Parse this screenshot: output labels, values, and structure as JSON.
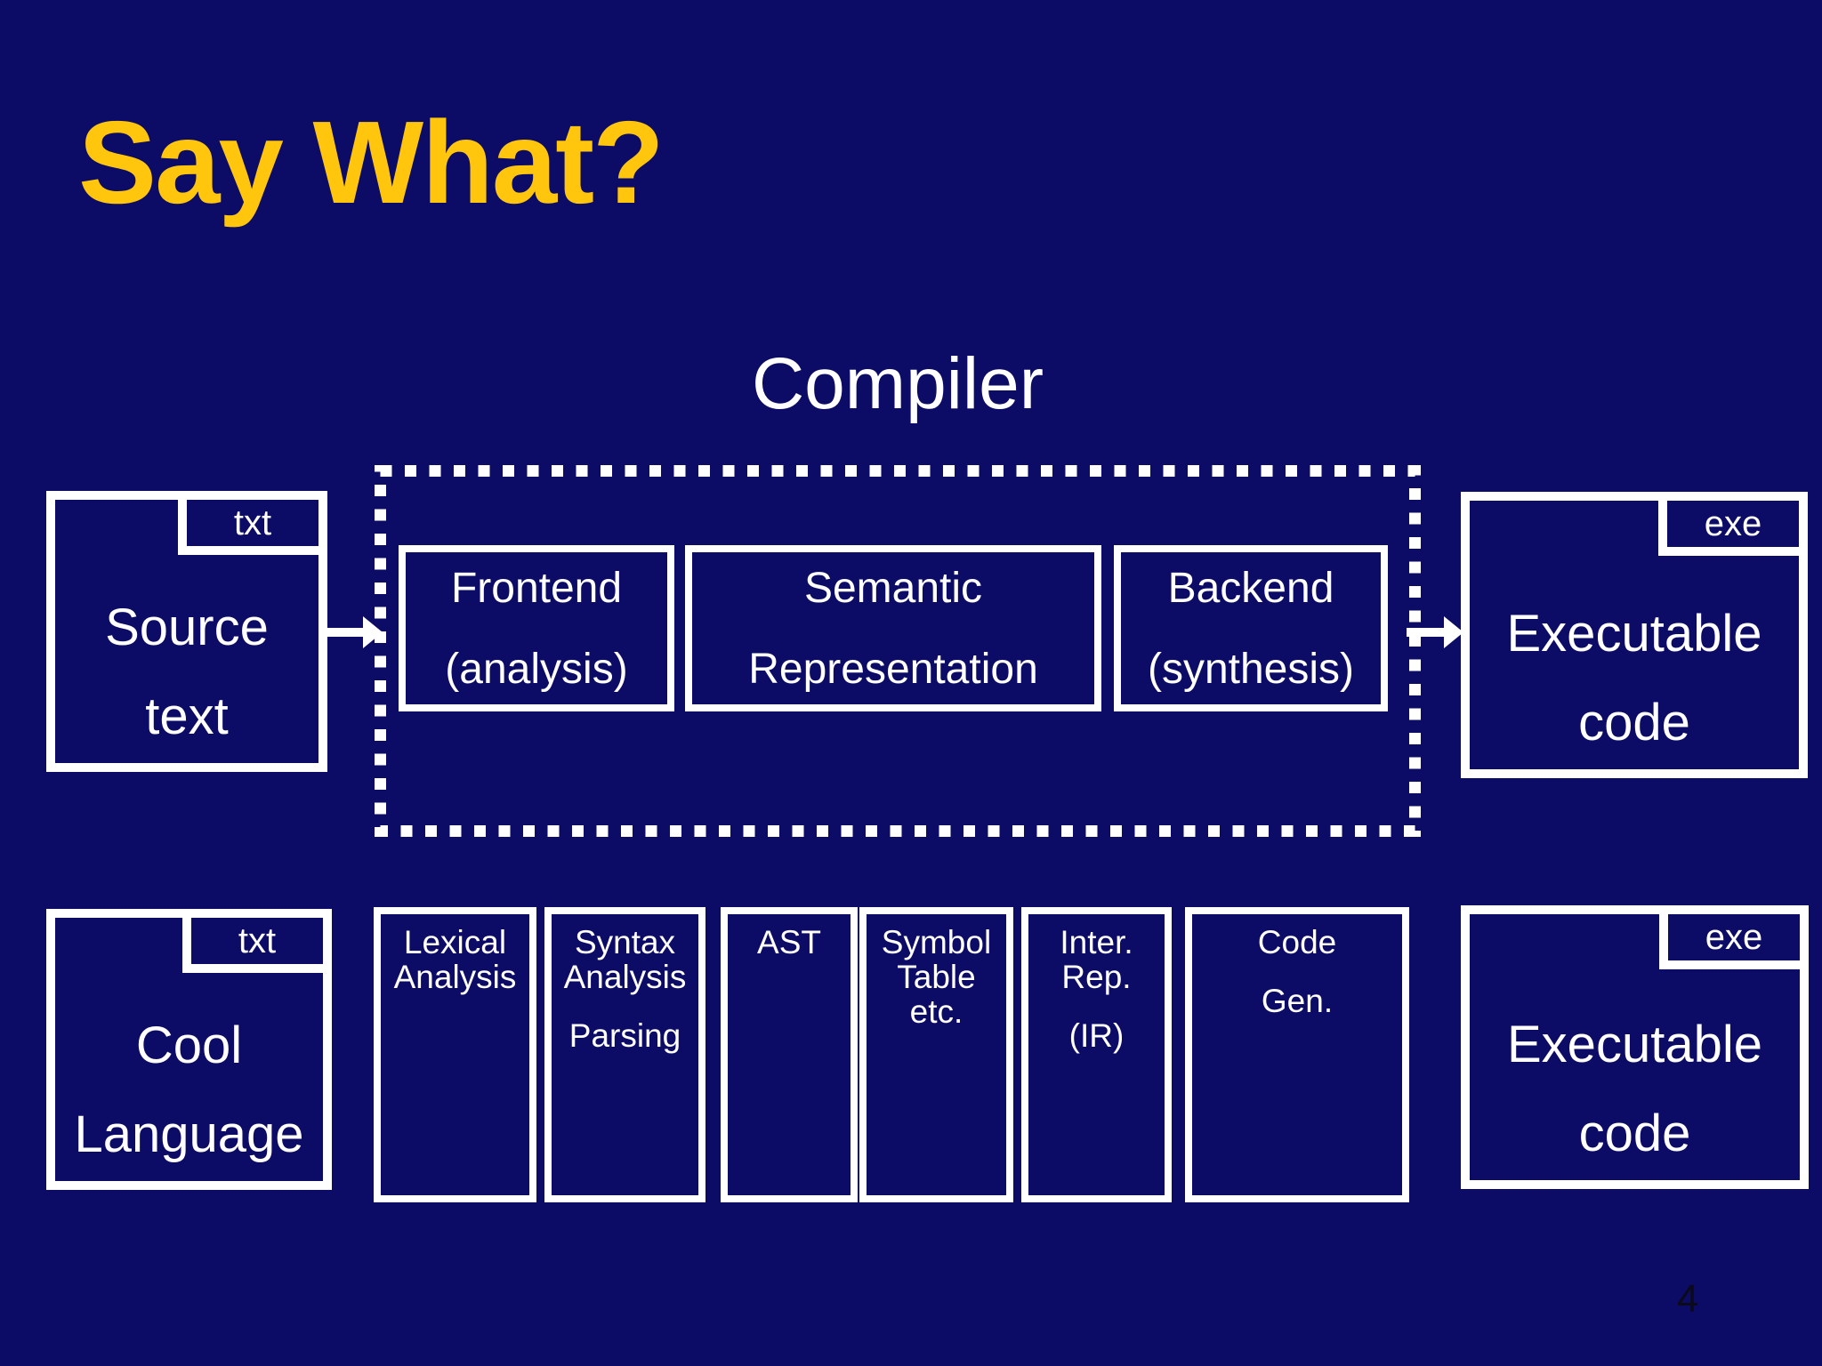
{
  "slide": {
    "title": "Say What?",
    "page_number": "4"
  },
  "colors": {
    "background": "#0c0c66",
    "accent_yellow": "#ffc60d",
    "border_white": "#ffffff",
    "page_number": "#0a0a1a"
  },
  "compiler": {
    "label": "Compiler",
    "stages": [
      {
        "line1": "Frontend",
        "line2": "(analysis)"
      },
      {
        "line1": "Semantic",
        "line2": "Representation"
      },
      {
        "line1": "Backend",
        "line2": "(synthesis)"
      }
    ]
  },
  "files": {
    "source": {
      "tab": "txt",
      "line1": "Source",
      "line2": "text"
    },
    "executable_top": {
      "tab": "exe",
      "line1": "Executable",
      "line2": "code"
    },
    "cool": {
      "tab": "txt",
      "line1": "Cool",
      "line2": "Language"
    },
    "executable_bottom": {
      "tab": "exe",
      "line1": "Executable",
      "line2": "code"
    }
  },
  "pipeline": {
    "lexical": {
      "line1": "Lexical",
      "line2": "Analysis"
    },
    "syntax": {
      "line1": "Syntax",
      "line2": "Analysis",
      "line3": "Parsing"
    },
    "ast": {
      "line1": "AST"
    },
    "symbol": {
      "line1": "Symbol",
      "line2": "Table",
      "line3": "etc."
    },
    "ir": {
      "line1": "Inter.",
      "line2": "Rep.",
      "line3": "(IR)"
    },
    "codegen": {
      "line1": "Code",
      "line2": "Gen."
    }
  }
}
